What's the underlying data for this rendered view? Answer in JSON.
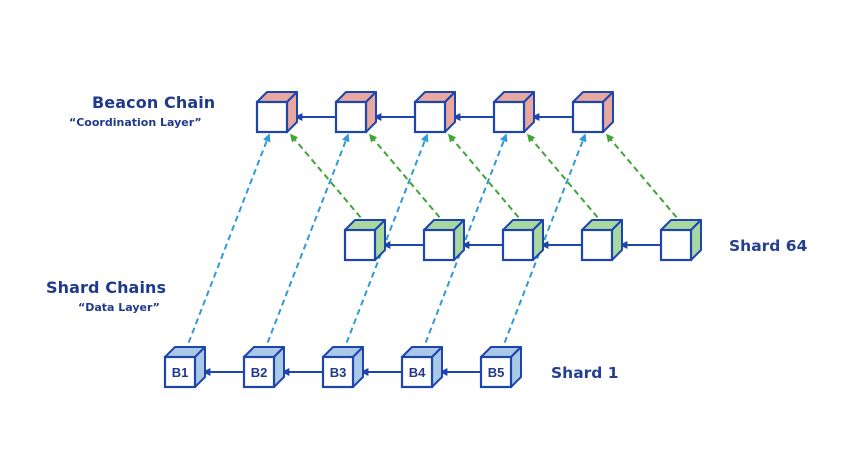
{
  "labels": {
    "beacon_title": "Beacon Chain",
    "beacon_sub": "“Coordination Layer”",
    "shard_title": "Shard Chains",
    "shard_sub": "“Data Layer”",
    "shard64": "Shard 64",
    "shard1": "Shard 1"
  },
  "colors": {
    "outline": "#1d45b0",
    "beacon_fill": "#e8a79f",
    "shard64_fill": "#a8d8a0",
    "shard1_fill": "#a9c9e6",
    "blue_dash": "#2f9bd6",
    "green_dash": "#3fa535",
    "text": "#1f3a8a"
  },
  "chains": {
    "beacon": {
      "blocks": [
        "",
        "",
        "",
        "",
        ""
      ],
      "color": "beacon_fill"
    },
    "shard64": {
      "blocks": [
        "",
        "",
        "",
        "",
        ""
      ],
      "color": "shard64_fill"
    },
    "shard1": {
      "blocks": [
        "B1",
        "B2",
        "B3",
        "B4",
        "B5"
      ],
      "color": "shard1_fill"
    }
  },
  "links": {
    "shard1_to_beacon": [
      [
        0,
        0
      ],
      [
        1,
        1
      ],
      [
        2,
        2
      ],
      [
        3,
        3
      ],
      [
        4,
        4
      ]
    ],
    "shard64_to_beacon": [
      [
        0,
        0
      ],
      [
        1,
        1
      ],
      [
        2,
        2
      ],
      [
        3,
        3
      ],
      [
        4,
        4
      ]
    ]
  }
}
